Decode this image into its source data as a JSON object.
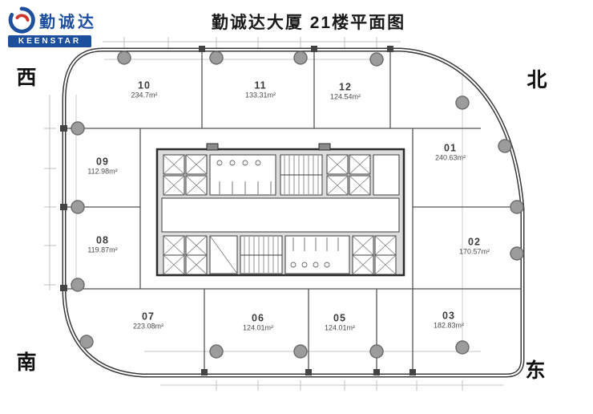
{
  "header": {
    "title": "勤诚达大厦 21楼平面图"
  },
  "logo": {
    "brand": "勤诚达",
    "name": "KEENSTAR",
    "brand_color": "#1d4f9e",
    "accent_color": "#cf3430"
  },
  "compass": {
    "west": "西",
    "north": "北",
    "south": "南",
    "east": "东"
  },
  "plan": {
    "units": [
      {
        "no": "10",
        "area": "234.7m²"
      },
      {
        "no": "11",
        "area": "133.31m²"
      },
      {
        "no": "12",
        "area": "124.54m²"
      },
      {
        "no": "01",
        "area": "240.63m²"
      },
      {
        "no": "02",
        "area": "170.57m²"
      },
      {
        "no": "03",
        "area": "182.83m²"
      },
      {
        "no": "05",
        "area": "124.01m²"
      },
      {
        "no": "06",
        "area": "124.01m²"
      },
      {
        "no": "07",
        "area": "223.08m²"
      },
      {
        "no": "08",
        "area": "119.87m²"
      },
      {
        "no": "09",
        "area": "112.98m²"
      }
    ],
    "colors": {
      "wall": "#3a3a3a",
      "partition": "#555555",
      "column": "#9c9c9c",
      "core_fill": "#dcdcdc"
    }
  }
}
